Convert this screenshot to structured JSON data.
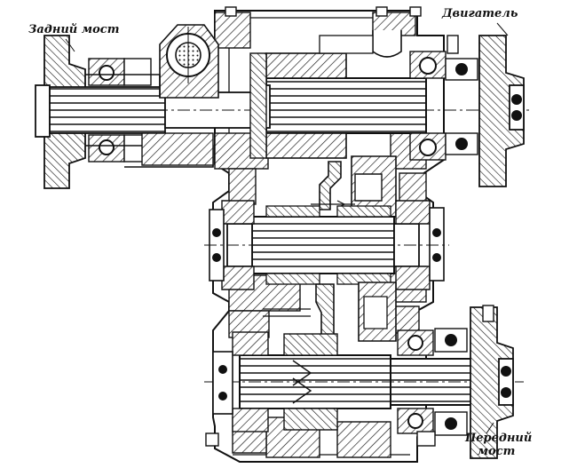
{
  "labels": {
    "rear_axle": "Задний мост",
    "engine": "Двигатель",
    "front_axle_line1": "Передний",
    "front_axle_line2": "мост"
  },
  "colors": {
    "ink": "#111111",
    "paper": "#ffffff"
  }
}
